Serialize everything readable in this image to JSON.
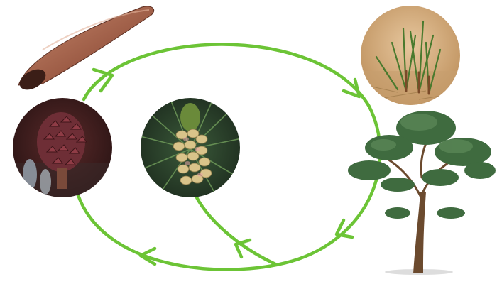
{
  "diagram": {
    "stages": [
      {
        "id": "seed",
        "icon": "winged-seed-illustration"
      },
      {
        "id": "seedlings",
        "icon": "pine-seedlings-photo"
      },
      {
        "id": "tree",
        "icon": "mature-pine-tree-illustration"
      },
      {
        "id": "male-cone",
        "icon": "pollen-cone-photo"
      },
      {
        "id": "female-cone",
        "icon": "female-cone-photo"
      }
    ],
    "arrow_color": "#6cc436"
  }
}
